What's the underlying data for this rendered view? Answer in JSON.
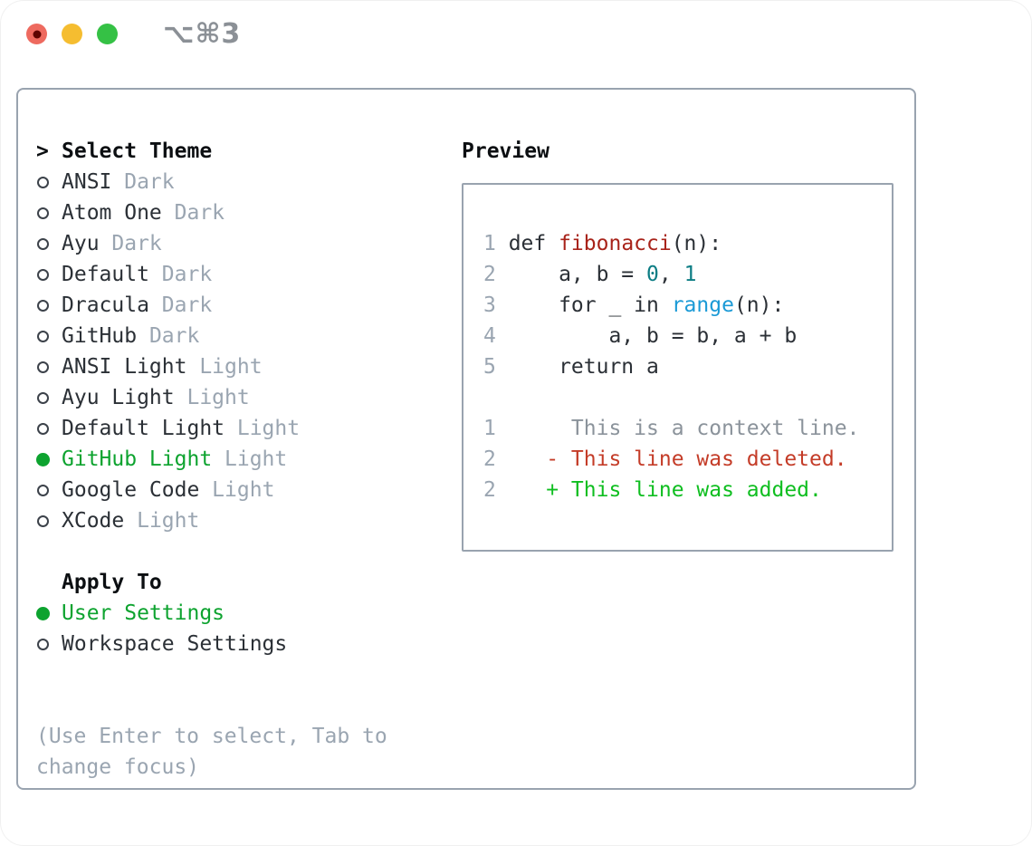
{
  "window": {
    "title": "⌥⌘3"
  },
  "traffic_lights": {
    "close_color": "#ee6a5f",
    "close_dot_color": "#5e0400",
    "minimize_color": "#f5bd30",
    "zoom_color": "#35c145"
  },
  "theme_picker": {
    "header_marker": ">",
    "header": "Select Theme",
    "items": [
      {
        "name": "ANSI",
        "variant": "Dark",
        "selected": false
      },
      {
        "name": "Atom One",
        "variant": "Dark",
        "selected": false
      },
      {
        "name": "Ayu",
        "variant": "Dark",
        "selected": false
      },
      {
        "name": "Default",
        "variant": "Dark",
        "selected": false
      },
      {
        "name": "Dracula",
        "variant": "Dark",
        "selected": false
      },
      {
        "name": "GitHub",
        "variant": "Dark",
        "selected": false
      },
      {
        "name": "ANSI Light",
        "variant": "Light",
        "selected": false
      },
      {
        "name": "Ayu Light",
        "variant": "Light",
        "selected": false
      },
      {
        "name": "Default Light",
        "variant": "Light",
        "selected": false
      },
      {
        "name": "GitHub Light",
        "variant": "Light",
        "selected": true
      },
      {
        "name": "Google Code",
        "variant": "Light",
        "selected": false
      },
      {
        "name": "XCode",
        "variant": "Light",
        "selected": false
      }
    ]
  },
  "apply_to": {
    "header": "Apply To",
    "options": [
      {
        "name": "User Settings",
        "selected": true
      },
      {
        "name": "Workspace Settings",
        "selected": false
      }
    ]
  },
  "hint_lines": [
    "(Use Enter to select, Tab to",
    "change focus)"
  ],
  "preview": {
    "header": "Preview",
    "lines": [
      {
        "num": "1",
        "segments": [
          {
            "text": "def ",
            "style": "code"
          },
          {
            "text": "fibonacci",
            "style": "function"
          },
          {
            "text": "(n):",
            "style": "code"
          }
        ]
      },
      {
        "num": "2",
        "segments": [
          {
            "text": "    a, b = ",
            "style": "code"
          },
          {
            "text": "0",
            "style": "number"
          },
          {
            "text": ", ",
            "style": "code"
          },
          {
            "text": "1",
            "style": "number"
          }
        ]
      },
      {
        "num": "3",
        "segments": [
          {
            "text": "    for _ in ",
            "style": "code"
          },
          {
            "text": "range",
            "style": "builtin"
          },
          {
            "text": "(n):",
            "style": "code"
          }
        ]
      },
      {
        "num": "4",
        "segments": [
          {
            "text": "        a, b = b, a + b",
            "style": "code"
          }
        ]
      },
      {
        "num": "5",
        "segments": [
          {
            "text": "    return a",
            "style": "code"
          }
        ]
      },
      {
        "num": "",
        "segments": []
      },
      {
        "num": "1",
        "segments": [
          {
            "text": "     This is a context line.",
            "style": "context"
          }
        ]
      },
      {
        "num": "2",
        "segments": [
          {
            "text": "   - This line was deleted.",
            "style": "deleted"
          }
        ]
      },
      {
        "num": "2",
        "segments": [
          {
            "text": "   + This line was added.",
            "style": "added"
          }
        ]
      }
    ]
  },
  "colors": {
    "accent_green": "#0da32f",
    "added_green": "#0fbe20",
    "deleted_red": "#c43c28",
    "function_red": "#a8231a",
    "number_teal": "#0c7d84",
    "builtin_blue": "#1b9ad6",
    "muted_gray": "#9aa5b1",
    "text_dark": "#2b3036",
    "border_gray": "#99a3af"
  }
}
